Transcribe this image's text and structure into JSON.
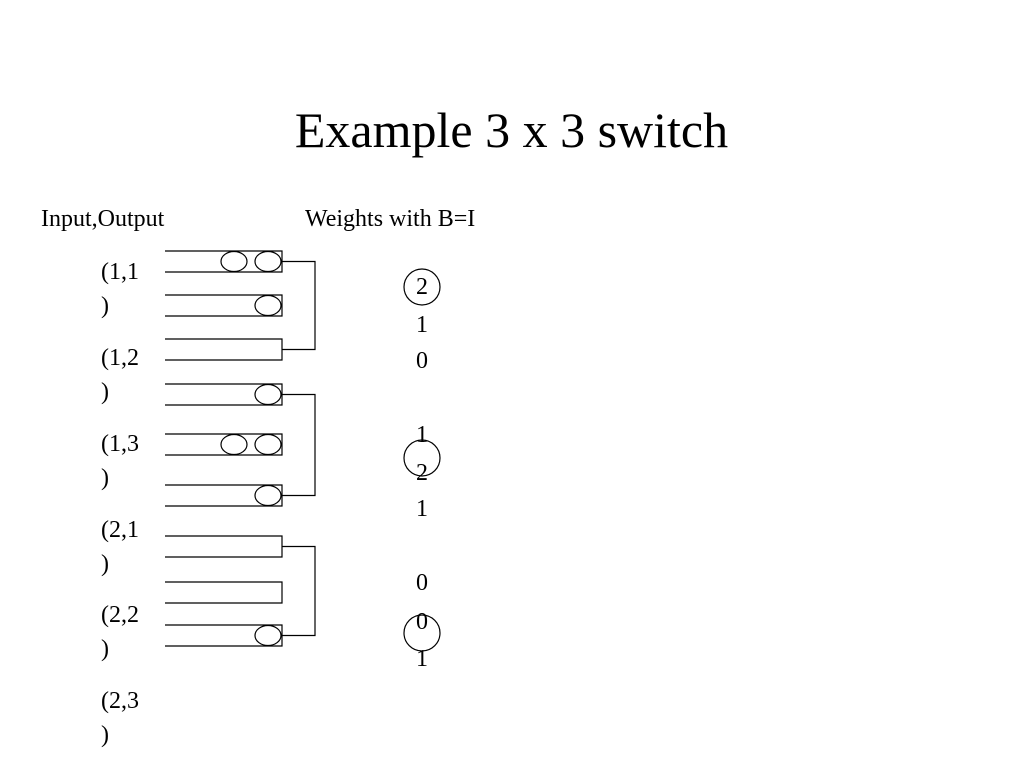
{
  "title": "Example 3 x 3 switch",
  "headers": {
    "io": "Input,Output",
    "weights": "Weights with B=I"
  },
  "pairs": [
    {
      "line1": "(1,1",
      "line2": ")"
    },
    {
      "line1": "(1,2",
      "line2": ")"
    },
    {
      "line1": "(1,3",
      "line2": ")"
    },
    {
      "line1": "(2,1",
      "line2": ")"
    },
    {
      "line1": "(2,2",
      "line2": ")"
    },
    {
      "line1": "(2,3",
      "line2": ")"
    }
  ],
  "queues": [
    {
      "cells": 2
    },
    {
      "cells": 1
    },
    {
      "cells": 0
    },
    {
      "cells": 1
    },
    {
      "cells": 2
    },
    {
      "cells": 1
    },
    {
      "cells": 0
    },
    {
      "cells": 0
    },
    {
      "cells": 1
    }
  ],
  "weights": [
    {
      "value": "2",
      "circled": true
    },
    {
      "value": "1",
      "circled": false
    },
    {
      "value": "0",
      "circled": false
    },
    {
      "value": "1",
      "circled": false
    },
    {
      "value": "2",
      "circled": true
    },
    {
      "value": "1",
      "circled": false
    },
    {
      "value": "0",
      "circled": false
    },
    {
      "value": "0",
      "circled": true
    },
    {
      "value": "1",
      "circled": false
    }
  ]
}
